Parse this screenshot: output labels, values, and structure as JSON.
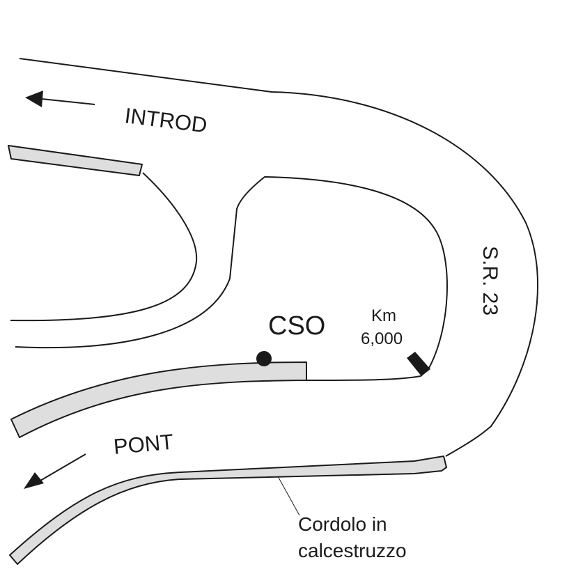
{
  "labels": {
    "introd": "INTROD",
    "pont": "PONT",
    "cso": "CSO",
    "km_label": "Km",
    "km_value": "6,000",
    "road_name": "S.R. 23",
    "curb_note_line1": "Cordolo in",
    "curb_note_line2": "calcestruzzo"
  },
  "colors": {
    "line": "#1a1a1a",
    "curb_fill": "#dedede",
    "background": "#ffffff"
  },
  "icons": {
    "direction_arrow": "arrow-left",
    "cso_marker": "filled-circle",
    "km_marker": "black-bar"
  }
}
